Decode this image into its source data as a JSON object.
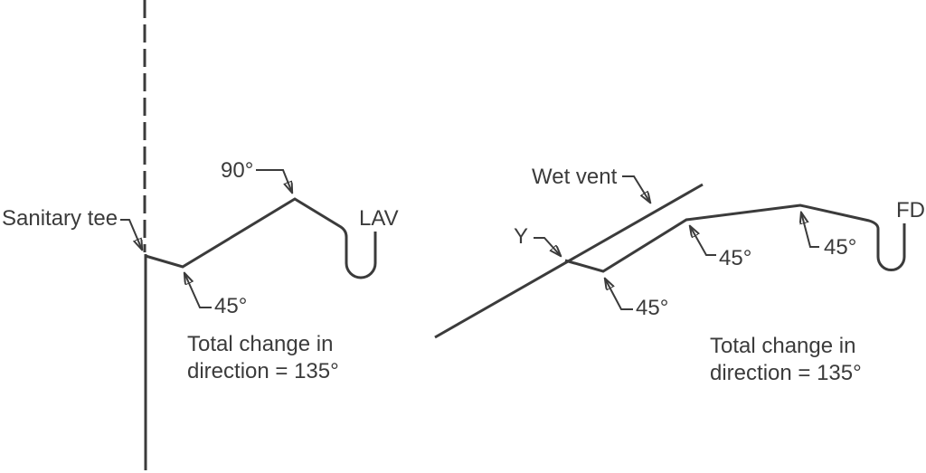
{
  "colors": {
    "background": "#ffffff",
    "ink": "#3b3b3b"
  },
  "left_diagram": {
    "sanitary_tee_label": "Sanitary tee",
    "angle_90_label": "90°",
    "angle_45_label": "45°",
    "fixture_label": "LAV",
    "note_line1": "Total change in",
    "note_line2": "direction = 135°"
  },
  "right_diagram": {
    "wet_vent_label": "Wet vent",
    "wye_label": "Y",
    "angle_45_label_1": "45°",
    "angle_45_label_2": "45°",
    "angle_45_label_3": "45°",
    "fixture_label": "FD",
    "note_line1": "Total change in",
    "note_line2": "direction = 135°"
  }
}
